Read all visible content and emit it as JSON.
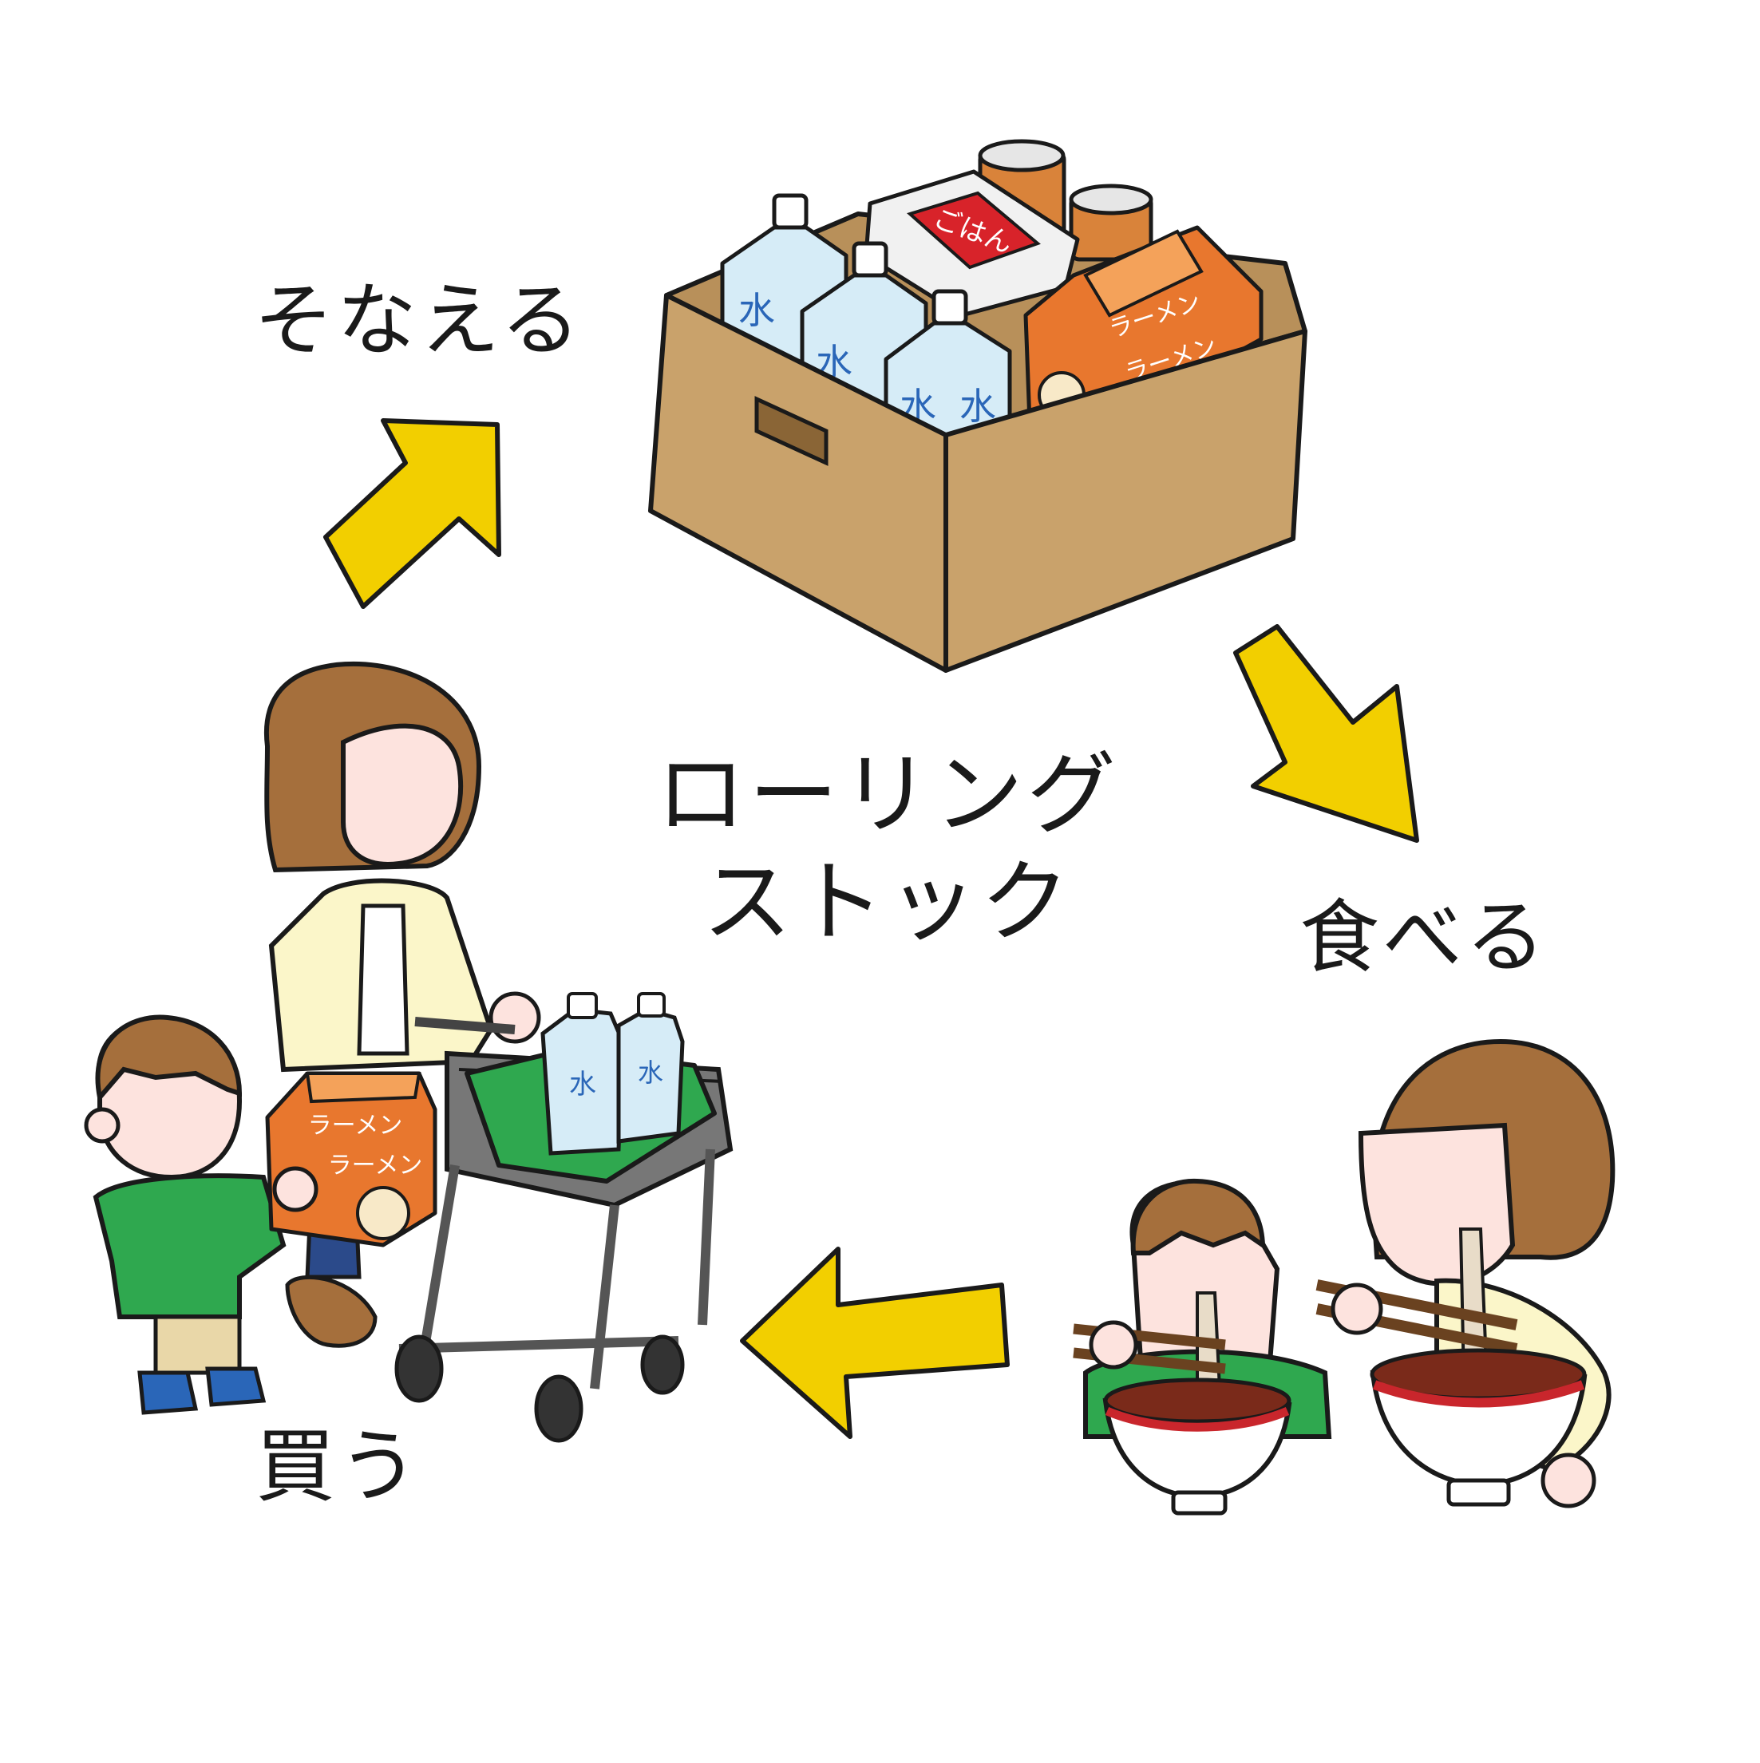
{
  "cycle": {
    "title_line1": "ローリング",
    "title_line2": "ストック",
    "steps": [
      {
        "label": "そなえる"
      },
      {
        "label": "食べる"
      },
      {
        "label": "買う"
      }
    ]
  },
  "packaging": {
    "water": "水",
    "ramen": "ラーメン",
    "gohan": "ごはん"
  },
  "colors": {
    "arrow": "#f2cf00",
    "box": "#c9a26b",
    "ramen_box": "#e8772e",
    "water_bottle": "#d6ecf7",
    "shirt_green": "#2fa84f",
    "cardigan": "#fbf6c9",
    "hair": "#a56f3c",
    "skin": "#fde3de",
    "cart": "#777777",
    "outline": "#1a1a1a"
  }
}
